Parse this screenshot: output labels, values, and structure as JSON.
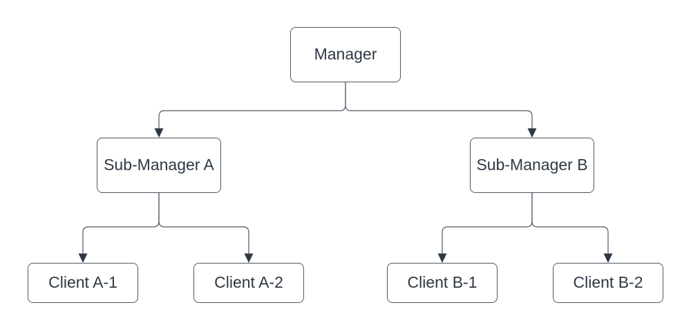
{
  "diagram": {
    "type": "org-chart-tree",
    "colors": {
      "background": "#ffffff",
      "node_fill": "#ffffff",
      "node_border": "#4d5663",
      "connector": "#4d5663",
      "arrowhead": "#2e3844",
      "text": "#2e3844"
    },
    "nodes": [
      {
        "id": "manager",
        "label": "Manager",
        "level": 1
      },
      {
        "id": "sub-manager-a",
        "label": "Sub-Manager A",
        "level": 2
      },
      {
        "id": "sub-manager-b",
        "label": "Sub-Manager B",
        "level": 2
      },
      {
        "id": "client-a-1",
        "label": "Client A-1",
        "level": 3
      },
      {
        "id": "client-a-2",
        "label": "Client A-2",
        "level": 3
      },
      {
        "id": "client-b-1",
        "label": "Client B-1",
        "level": 3
      },
      {
        "id": "client-b-2",
        "label": "Client B-2",
        "level": 3
      }
    ],
    "edges": [
      {
        "from": "Manager",
        "to": "Sub-Manager A",
        "style": "orthogonal",
        "arrow": "filled-triangle"
      },
      {
        "from": "Manager",
        "to": "Sub-Manager B",
        "style": "orthogonal",
        "arrow": "filled-triangle"
      },
      {
        "from": "Sub-Manager A",
        "to": "Client A-1",
        "style": "orthogonal",
        "arrow": "filled-triangle"
      },
      {
        "from": "Sub-Manager A",
        "to": "Client A-2",
        "style": "orthogonal",
        "arrow": "filled-triangle"
      },
      {
        "from": "Sub-Manager B",
        "to": "Client B-1",
        "style": "orthogonal",
        "arrow": "filled-triangle"
      },
      {
        "from": "Sub-Manager B",
        "to": "Client B-2",
        "style": "orthogonal",
        "arrow": "filled-triangle"
      }
    ]
  }
}
